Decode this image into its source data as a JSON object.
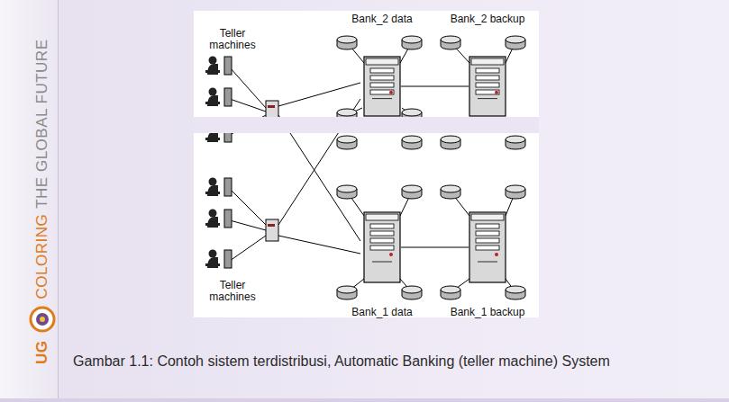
{
  "diagram": {
    "caption": "Gambar 1.1: Contoh sistem terdistribusi, Automatic Banking (teller machine) System",
    "nodes": [
      {
        "text": [
          "Bank_2 data"
        ]
      },
      {
        "text": [
          "Bank_2 backup"
        ]
      },
      {
        "text": [
          "Bank_1 data"
        ]
      },
      {
        "text": [
          "Bank_1 backup"
        ]
      }
    ],
    "edges": [
      {
        "from": 0,
        "to": 1,
        "arrow": "none"
      },
      {
        "from": 2,
        "to": 3,
        "arrow": "none"
      }
    ],
    "labels": [
      "Teller machines",
      "Teller machines",
      "UG",
      "COLORING",
      "THE GLOBAL FUTURE"
    ]
  }
}
